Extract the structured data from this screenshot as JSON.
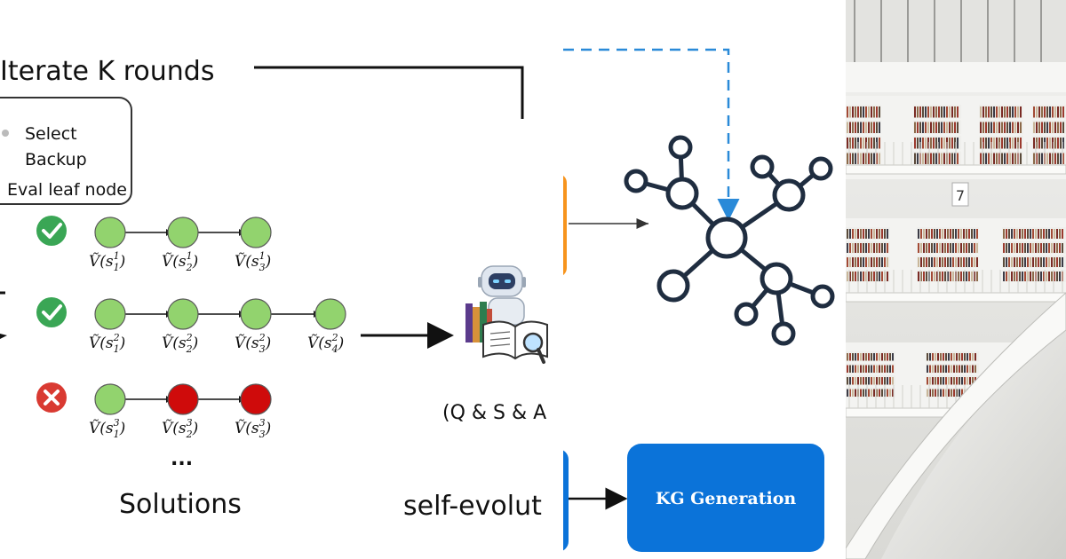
{
  "panel_a": {
    "loop_label": "Iterate K rounds",
    "legend": {
      "items": [
        "Select",
        "Backup",
        "Eval leaf node"
      ]
    },
    "rows": [
      {
        "status": "correct",
        "nodes": [
          {
            "v": "Ṽ",
            "s": "s",
            "sup": "1",
            "sub": "1",
            "color": "green"
          },
          {
            "v": "Ṽ",
            "s": "s",
            "sup": "1",
            "sub": "2",
            "color": "green"
          },
          {
            "v": "Ṽ",
            "s": "s",
            "sup": "1",
            "sub": "3",
            "color": "green"
          }
        ]
      },
      {
        "status": "correct",
        "nodes": [
          {
            "v": "Ṽ",
            "s": "s",
            "sup": "2",
            "sub": "1",
            "color": "green"
          },
          {
            "v": "Ṽ",
            "s": "s",
            "sup": "2",
            "sub": "2",
            "color": "green"
          },
          {
            "v": "Ṽ",
            "s": "s",
            "sup": "2",
            "sub": "3",
            "color": "green"
          },
          {
            "v": "Ṽ",
            "s": "s",
            "sup": "2",
            "sub": "4",
            "color": "green"
          }
        ]
      },
      {
        "status": "wrong",
        "nodes": [
          {
            "v": "Ṽ",
            "s": "s",
            "sup": "3",
            "sub": "1",
            "color": "green"
          },
          {
            "v": "Ṽ",
            "s": "s",
            "sup": "3",
            "sub": "2",
            "color": "red"
          },
          {
            "v": "Ṽ",
            "s": "s",
            "sup": "3",
            "sub": "3",
            "color": "red"
          }
        ]
      }
    ],
    "ellipsis": "...",
    "solutions_label": "Solutions",
    "qsa_label": "(Q & S & A",
    "self_evolution_label": "self-evolut"
  },
  "panel_b": {
    "kg_button_label": "KG Generation",
    "colors": {
      "orange": "#f7941d",
      "blue": "#0b73d9",
      "dashed_arrow": "#2a8ad8"
    }
  },
  "panel_c": {
    "sign_number": "7"
  },
  "colors": {
    "node_green": "#92d36e",
    "node_red": "#cf0b0b",
    "check_green": "#3aa655",
    "cross_red": "#d93a32"
  }
}
